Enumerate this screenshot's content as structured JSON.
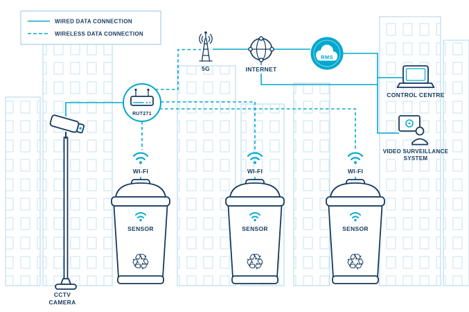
{
  "colors": {
    "accent": "#00A7CE",
    "navy": "#14395E",
    "light_blue": "#C8E4F2"
  },
  "legend": {
    "items": [
      {
        "label": "WIRED DATA CONNECTION",
        "style": "solid"
      },
      {
        "label": "WIRELESS DATA CONNECTION",
        "style": "dashed"
      }
    ]
  },
  "nodes": {
    "tower_5g": {
      "label": "5G"
    },
    "internet": {
      "label": "INTERNET"
    },
    "rms": {
      "label": "RMS"
    },
    "control_centre": {
      "label": "CONTROL CENTRE"
    },
    "video_surveillance": {
      "label_line1": "VIDEO SURVEILLANCE",
      "label_line2": "SYSTEM"
    },
    "router": {
      "label": "RUT271"
    },
    "cctv_camera": {
      "label_line1": "CCTV",
      "label_line2": "CAMERA"
    }
  },
  "bins": [
    {
      "wifi_label": "WI-FI",
      "sensor_label": "SENSOR"
    },
    {
      "wifi_label": "WI-FI",
      "sensor_label": "SENSOR"
    },
    {
      "wifi_label": "WI-FI",
      "sensor_label": "SENSOR"
    }
  ],
  "icons": {
    "recycle": "♻"
  },
  "connections": [
    {
      "from": "RUT271",
      "to": "5G",
      "type": "wireless"
    },
    {
      "from": "5G",
      "to": "INTERNET",
      "type": "wired"
    },
    {
      "from": "INTERNET",
      "to": "RMS",
      "type": "wired"
    },
    {
      "from": "RMS",
      "to": "CONTROL CENTRE",
      "type": "wired"
    },
    {
      "from": "INTERNET",
      "to": "VIDEO SURVEILLANCE SYSTEM",
      "type": "wired"
    },
    {
      "from": "CCTV CAMERA",
      "to": "RUT271",
      "type": "wired"
    },
    {
      "from": "RUT271",
      "to": "BIN 1 WI-FI SENSOR",
      "type": "wireless"
    },
    {
      "from": "RUT271",
      "to": "BIN 2 WI-FI SENSOR",
      "type": "wireless"
    },
    {
      "from": "RUT271",
      "to": "BIN 3 WI-FI SENSOR",
      "type": "wireless"
    }
  ]
}
